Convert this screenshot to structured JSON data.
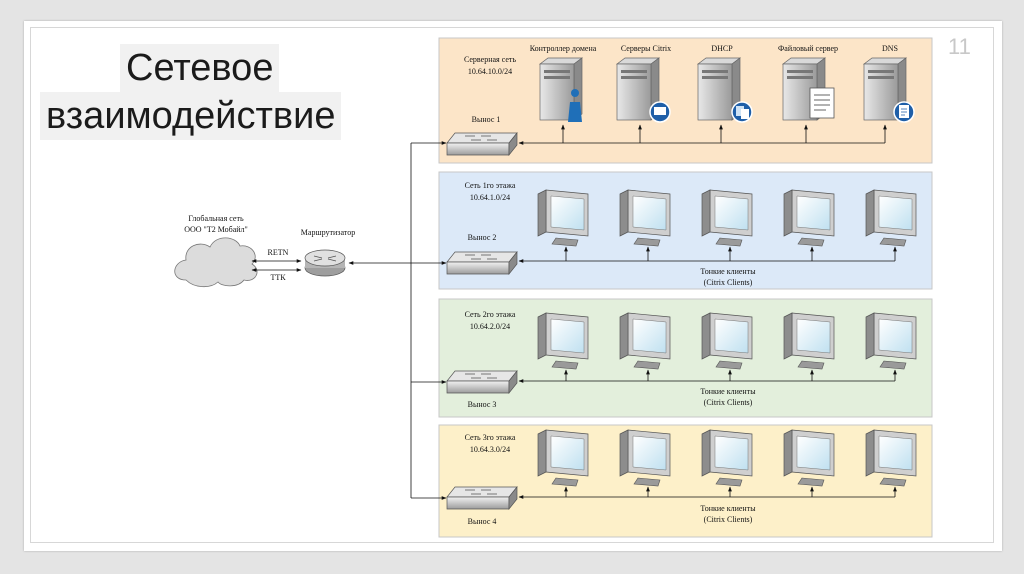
{
  "slide": {
    "title_line1": "Сетевое",
    "title_line2": "взаимодействие",
    "page_number": "11"
  },
  "colors": {
    "server_zone": "#fce5c8",
    "floor1_zone": "#dce9f8",
    "floor2_zone": "#e3efdc",
    "floor3_zone": "#fdf0c9",
    "zone_border": "#c7c7c7"
  },
  "left": {
    "cloud_line1": "Глобальная сеть",
    "cloud_line2": "ООО \"Т2 Мобайл\"",
    "link_top": "RETN",
    "link_bottom": "ТТК",
    "router_label": "Маршрутизатор"
  },
  "zones": [
    {
      "name_line1": "Серверная сеть",
      "name_line2": "10.64.10.0/24",
      "switch_label": "Вынос 1",
      "devices": [
        "Контроллер домена",
        "Серверы Citrix",
        "DHCP",
        "Файловый сервер",
        "DNS"
      ]
    },
    {
      "name_line1": "Сеть 1го этажа",
      "name_line2": "10.64.1.0/24",
      "switch_label": "Вынос 2",
      "clients_line1": "Тонкие клиенты",
      "clients_line2": "(Citrix Clients)"
    },
    {
      "name_line1": "Сеть 2го этажа",
      "name_line2": "10.64.2.0/24",
      "switch_label": "Вынос 3",
      "clients_line1": "Тонкие клиенты",
      "clients_line2": "(Citrix Clients)"
    },
    {
      "name_line1": "Сеть 3го этажа",
      "name_line2": "10.64.3.0/24",
      "switch_label": "Вынос 4",
      "clients_line1": "Тонкие клиенты",
      "clients_line2": "(Citrix Clients)"
    }
  ]
}
